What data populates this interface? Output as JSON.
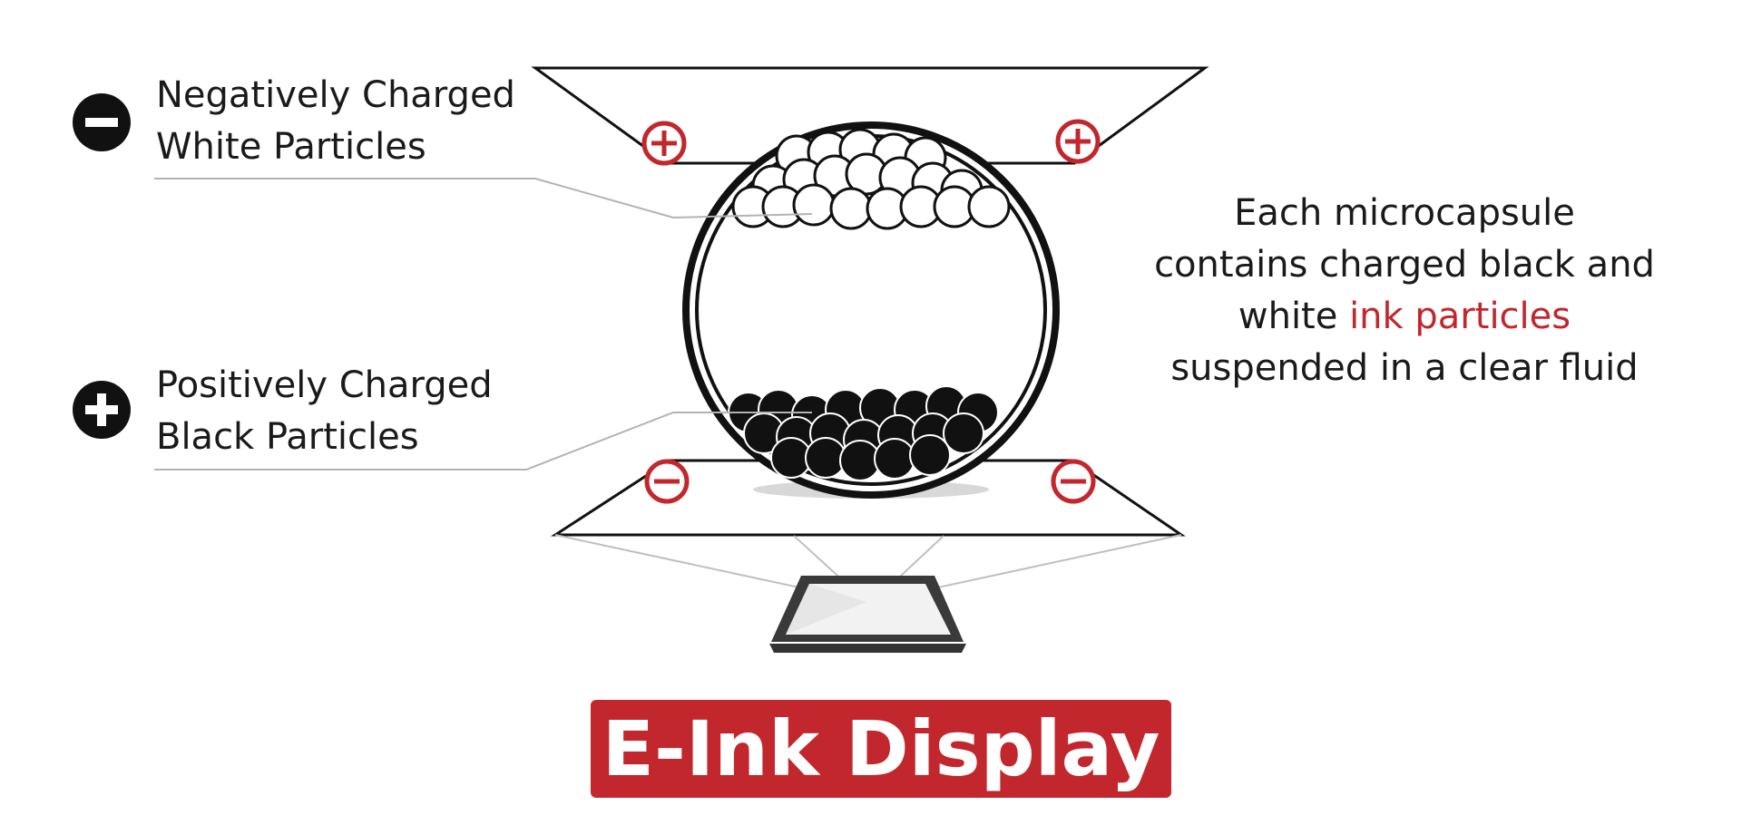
{
  "labels": {
    "negative_line1": "Negatively Charged",
    "negative_line2": "White Particles",
    "positive_line1": "Positively Charged",
    "positive_line2": "Black Particles"
  },
  "description": {
    "line1": "Each microcapsule",
    "line2": "contains charged black and",
    "line3_prefix": "white ",
    "line3_highlight": "ink particles",
    "line4": "suspended in a clear fluid"
  },
  "banner": {
    "title": "E-Ink Display"
  },
  "colors": {
    "accent": "#c1272d",
    "ink": "#111111",
    "line_gray": "#b3b3b3"
  },
  "icons": {
    "negative_legend": "minus-circle-icon",
    "positive_legend": "plus-circle-icon",
    "top_electrodes": "plus-circle-icon",
    "bottom_electrodes": "minus-circle-icon"
  }
}
